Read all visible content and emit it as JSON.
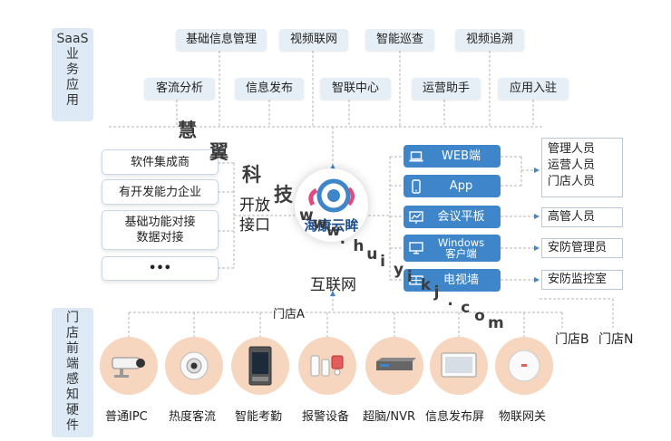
{
  "saas_label": [
    "SaaS",
    "业",
    "务",
    "应",
    "用"
  ],
  "saas_row1": [
    "基础信息管理",
    "视频联网",
    "智能巡查",
    "视频追溯"
  ],
  "saas_row2": [
    "客流分析",
    "信息发布",
    "智联中心",
    "运营助手",
    "应用入驻"
  ],
  "api_items": [
    "软件集成商",
    "有开发能力企业",
    "基础功能对接",
    "数据对接",
    "•••"
  ],
  "open_api_label": [
    "开放",
    "接口"
  ],
  "center_logo": "海康云眸",
  "internet_label": "互联网",
  "clients": [
    {
      "label": "WEB端",
      "icon": "laptop-icon"
    },
    {
      "label": "App",
      "icon": "phone-icon"
    },
    {
      "label": "会议平板",
      "icon": "chart-screen-icon"
    },
    {
      "label": "Windows",
      "label2": "客户端",
      "icon": "monitor-icon"
    },
    {
      "label": "电视墙",
      "icon": "tv-wall-icon"
    }
  ],
  "roles": [
    {
      "lines": [
        "管理人员",
        "运营人员",
        "门店人员"
      ]
    },
    {
      "lines": [
        "高管人员"
      ]
    },
    {
      "lines": [
        "安防管理员"
      ]
    },
    {
      "lines": [
        "安防监控室"
      ]
    }
  ],
  "store_a": "门店A",
  "store_b": "门店B",
  "store_n": "门店N",
  "store_label": [
    "门",
    "店",
    "前",
    "端",
    "感",
    "知",
    "硬",
    "件"
  ],
  "devices": [
    {
      "label": "普通IPC",
      "icon": "bullet-camera-icon"
    },
    {
      "label": "热度客流",
      "icon": "dome-sensor-icon"
    },
    {
      "label": "智能考勤",
      "icon": "attendance-terminal-icon"
    },
    {
      "label": "报警设备",
      "icon": "alarm-device-icon"
    },
    {
      "label": "超脑/NVR",
      "icon": "nvr-icon"
    },
    {
      "label": "信息发布屏",
      "icon": "display-screen-icon"
    },
    {
      "label": "物联网关",
      "icon": "iot-gateway-icon"
    }
  ],
  "watermark_chars": [
    "慧",
    "翼",
    "科",
    "技"
  ],
  "watermark_url": [
    "w",
    "w",
    "w",
    ".",
    "h",
    "u",
    "i",
    "y",
    "i",
    "k",
    "j",
    ".",
    "c",
    "o",
    "m"
  ],
  "colors": {
    "accent": "#3e86c9",
    "device_bg": "#f6d6bf",
    "label_bg": "#dde9f4",
    "box_bg": "#e6eef6"
  }
}
